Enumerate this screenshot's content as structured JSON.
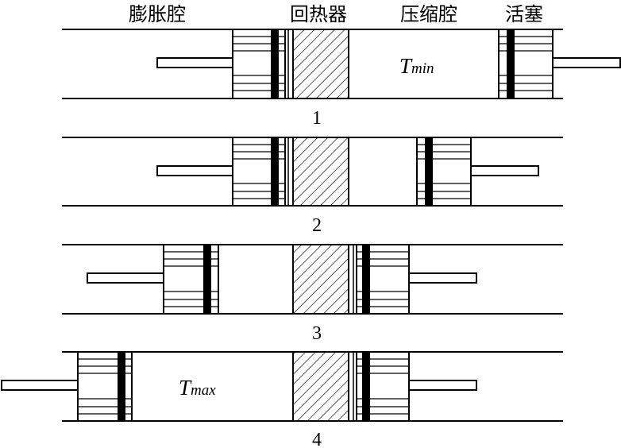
{
  "labels": {
    "expansion_space": "膨胀腔",
    "regenerator": "回热器",
    "compression_space": "压缩腔",
    "piston": "活塞"
  },
  "stages": [
    {
      "number": "1",
      "temperature": {
        "symbol": "T",
        "subscript": "min"
      }
    },
    {
      "number": "2"
    },
    {
      "number": "3"
    },
    {
      "number": "4",
      "temperature": {
        "symbol": "T",
        "subscript": "max"
      }
    }
  ],
  "colors": {
    "line": "#000000",
    "background": "#ffffff"
  }
}
